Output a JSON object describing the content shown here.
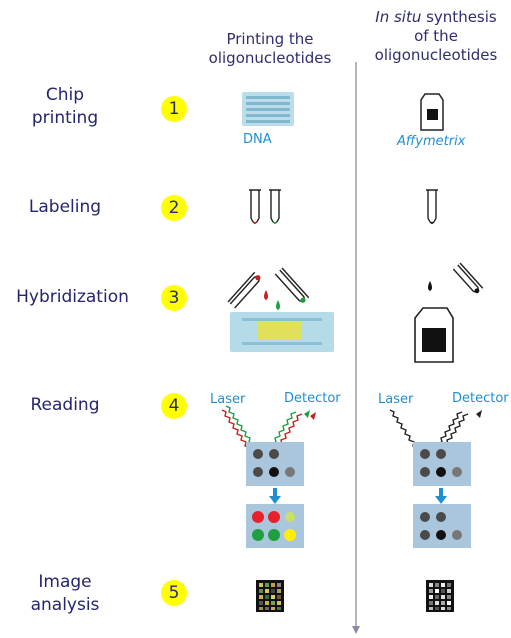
{
  "columns": {
    "printing": {
      "line1": "Printing the",
      "line2": "oligonucleotides"
    },
    "insitu": {
      "line1_italic": "In situ",
      "line1_rest": " synthesis",
      "line2": "of the",
      "line3": "oligonucleotides"
    }
  },
  "steps": [
    {
      "num": "1",
      "line1": "Chip",
      "line2": "printing"
    },
    {
      "num": "2",
      "line1": "Labeling"
    },
    {
      "num": "3",
      "line1": "Hybridization"
    },
    {
      "num": "4",
      "line1": "Reading"
    },
    {
      "num": "5",
      "line1": "Image",
      "line2": "analysis"
    }
  ],
  "labels": {
    "dna": "DNA",
    "affymetrix": "Affymetrix",
    "laser_left": "Laser",
    "detector_left": "Detector",
    "laser_right": "Laser",
    "detector_right": "Detector"
  },
  "colors": {
    "badge": "#ffff00",
    "accent": "#1f8fd0",
    "text": "#2b2b7a",
    "divider": "#8a8aa0"
  }
}
